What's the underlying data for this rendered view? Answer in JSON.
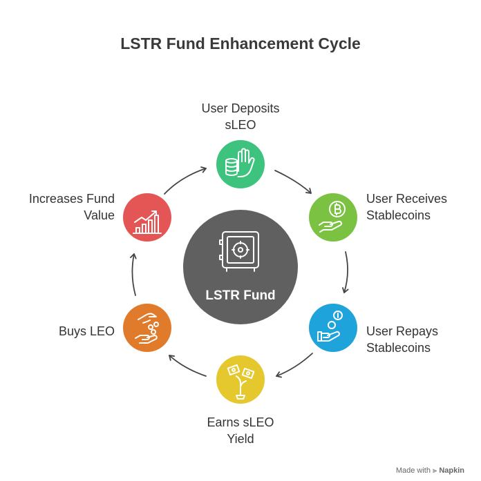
{
  "title": "LSTR Fund Enhancement Cycle",
  "center": {
    "label": "LSTR Fund",
    "color": "#606060",
    "icon": "safe-icon"
  },
  "steps": [
    {
      "line1": "User Deposits",
      "line2": "sLEO",
      "color": "#3DC37E",
      "icon": "hand-coins-icon"
    },
    {
      "line1": "User Receives",
      "line2": "Stablecoins",
      "color": "#7CC242",
      "icon": "hand-bitcoin-icon"
    },
    {
      "line1": "User Repays",
      "line2": "Stablecoins",
      "color": "#1FA3DB",
      "icon": "hand-coin-icon"
    },
    {
      "line1": "Earns sLEO",
      "line2": "Yield",
      "color": "#E5C82E",
      "icon": "money-plant-icon"
    },
    {
      "line1": "Buys LEO",
      "line2": "",
      "color": "#E07B2C",
      "icon": "giving-hand-icon"
    },
    {
      "line1": "Increases Fund",
      "line2": "Value",
      "color": "#E45555",
      "icon": "growth-chart-icon"
    }
  ],
  "footer": {
    "made_with": "Made with",
    "brand": "Napkin"
  }
}
